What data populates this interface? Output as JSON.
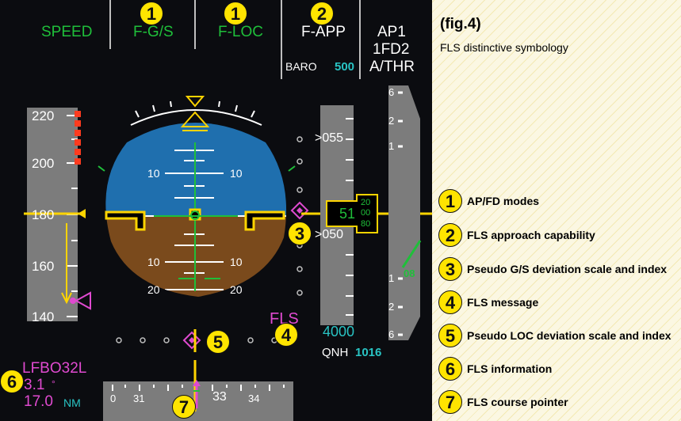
{
  "figure": {
    "title": "(fig.4)",
    "caption": "FLS distinctive symbology"
  },
  "fma": {
    "speed": "SPEED",
    "vertical": "F-G/S",
    "lateral": "F-LOC",
    "approach": "F-APP",
    "baro": "BARO",
    "baro_value": "500",
    "ap": "AP1",
    "fd": "1FD2",
    "athr": "A/THR"
  },
  "speed_tape": {
    "ticks": [
      "220",
      "200",
      "180",
      "160",
      "140"
    ]
  },
  "attitude": {
    "pitch_labels": [
      "10",
      "10",
      "10",
      "10",
      "20",
      "20"
    ]
  },
  "altitude_tape": {
    "upper": "055",
    "lower": "050",
    "current": [
      "51",
      "20",
      "00",
      "80"
    ],
    "selected": "4000",
    "qnh_label": "QNH",
    "qnh_value": "1016"
  },
  "vs_scale": {
    "ticks": [
      "6",
      "2",
      "1",
      "1",
      "2",
      "6"
    ],
    "vs_value": "08"
  },
  "fls": {
    "message": "FLS",
    "runway": "LFBO32L",
    "slope": "3.1",
    "distance": "17.0",
    "distance_unit": "NM"
  },
  "heading": {
    "labels": [
      "0",
      "31",
      "33",
      "34"
    ]
  },
  "callouts": [
    "1",
    "1",
    "2",
    "3",
    "4",
    "5",
    "6",
    "7"
  ],
  "legend": [
    {
      "num": "1",
      "label": "AP/FD modes"
    },
    {
      "num": "2",
      "label": "FLS approach capability"
    },
    {
      "num": "3",
      "label": "Pseudo G/S deviation scale and index"
    },
    {
      "num": "4",
      "label": "FLS message"
    },
    {
      "num": "5",
      "label": "Pseudo LOC deviation scale and index"
    },
    {
      "num": "6",
      "label": "FLS information"
    },
    {
      "num": "7",
      "label": "FLS course pointer"
    }
  ],
  "colors": {
    "fma_green": "#1fbf3a",
    "sky": "#1f6fae",
    "ground": "#7a4a1c",
    "magenta": "#e04ad0",
    "cyan": "#29c4c4",
    "yellow": "#ffd400",
    "callout": "#ffe400"
  }
}
